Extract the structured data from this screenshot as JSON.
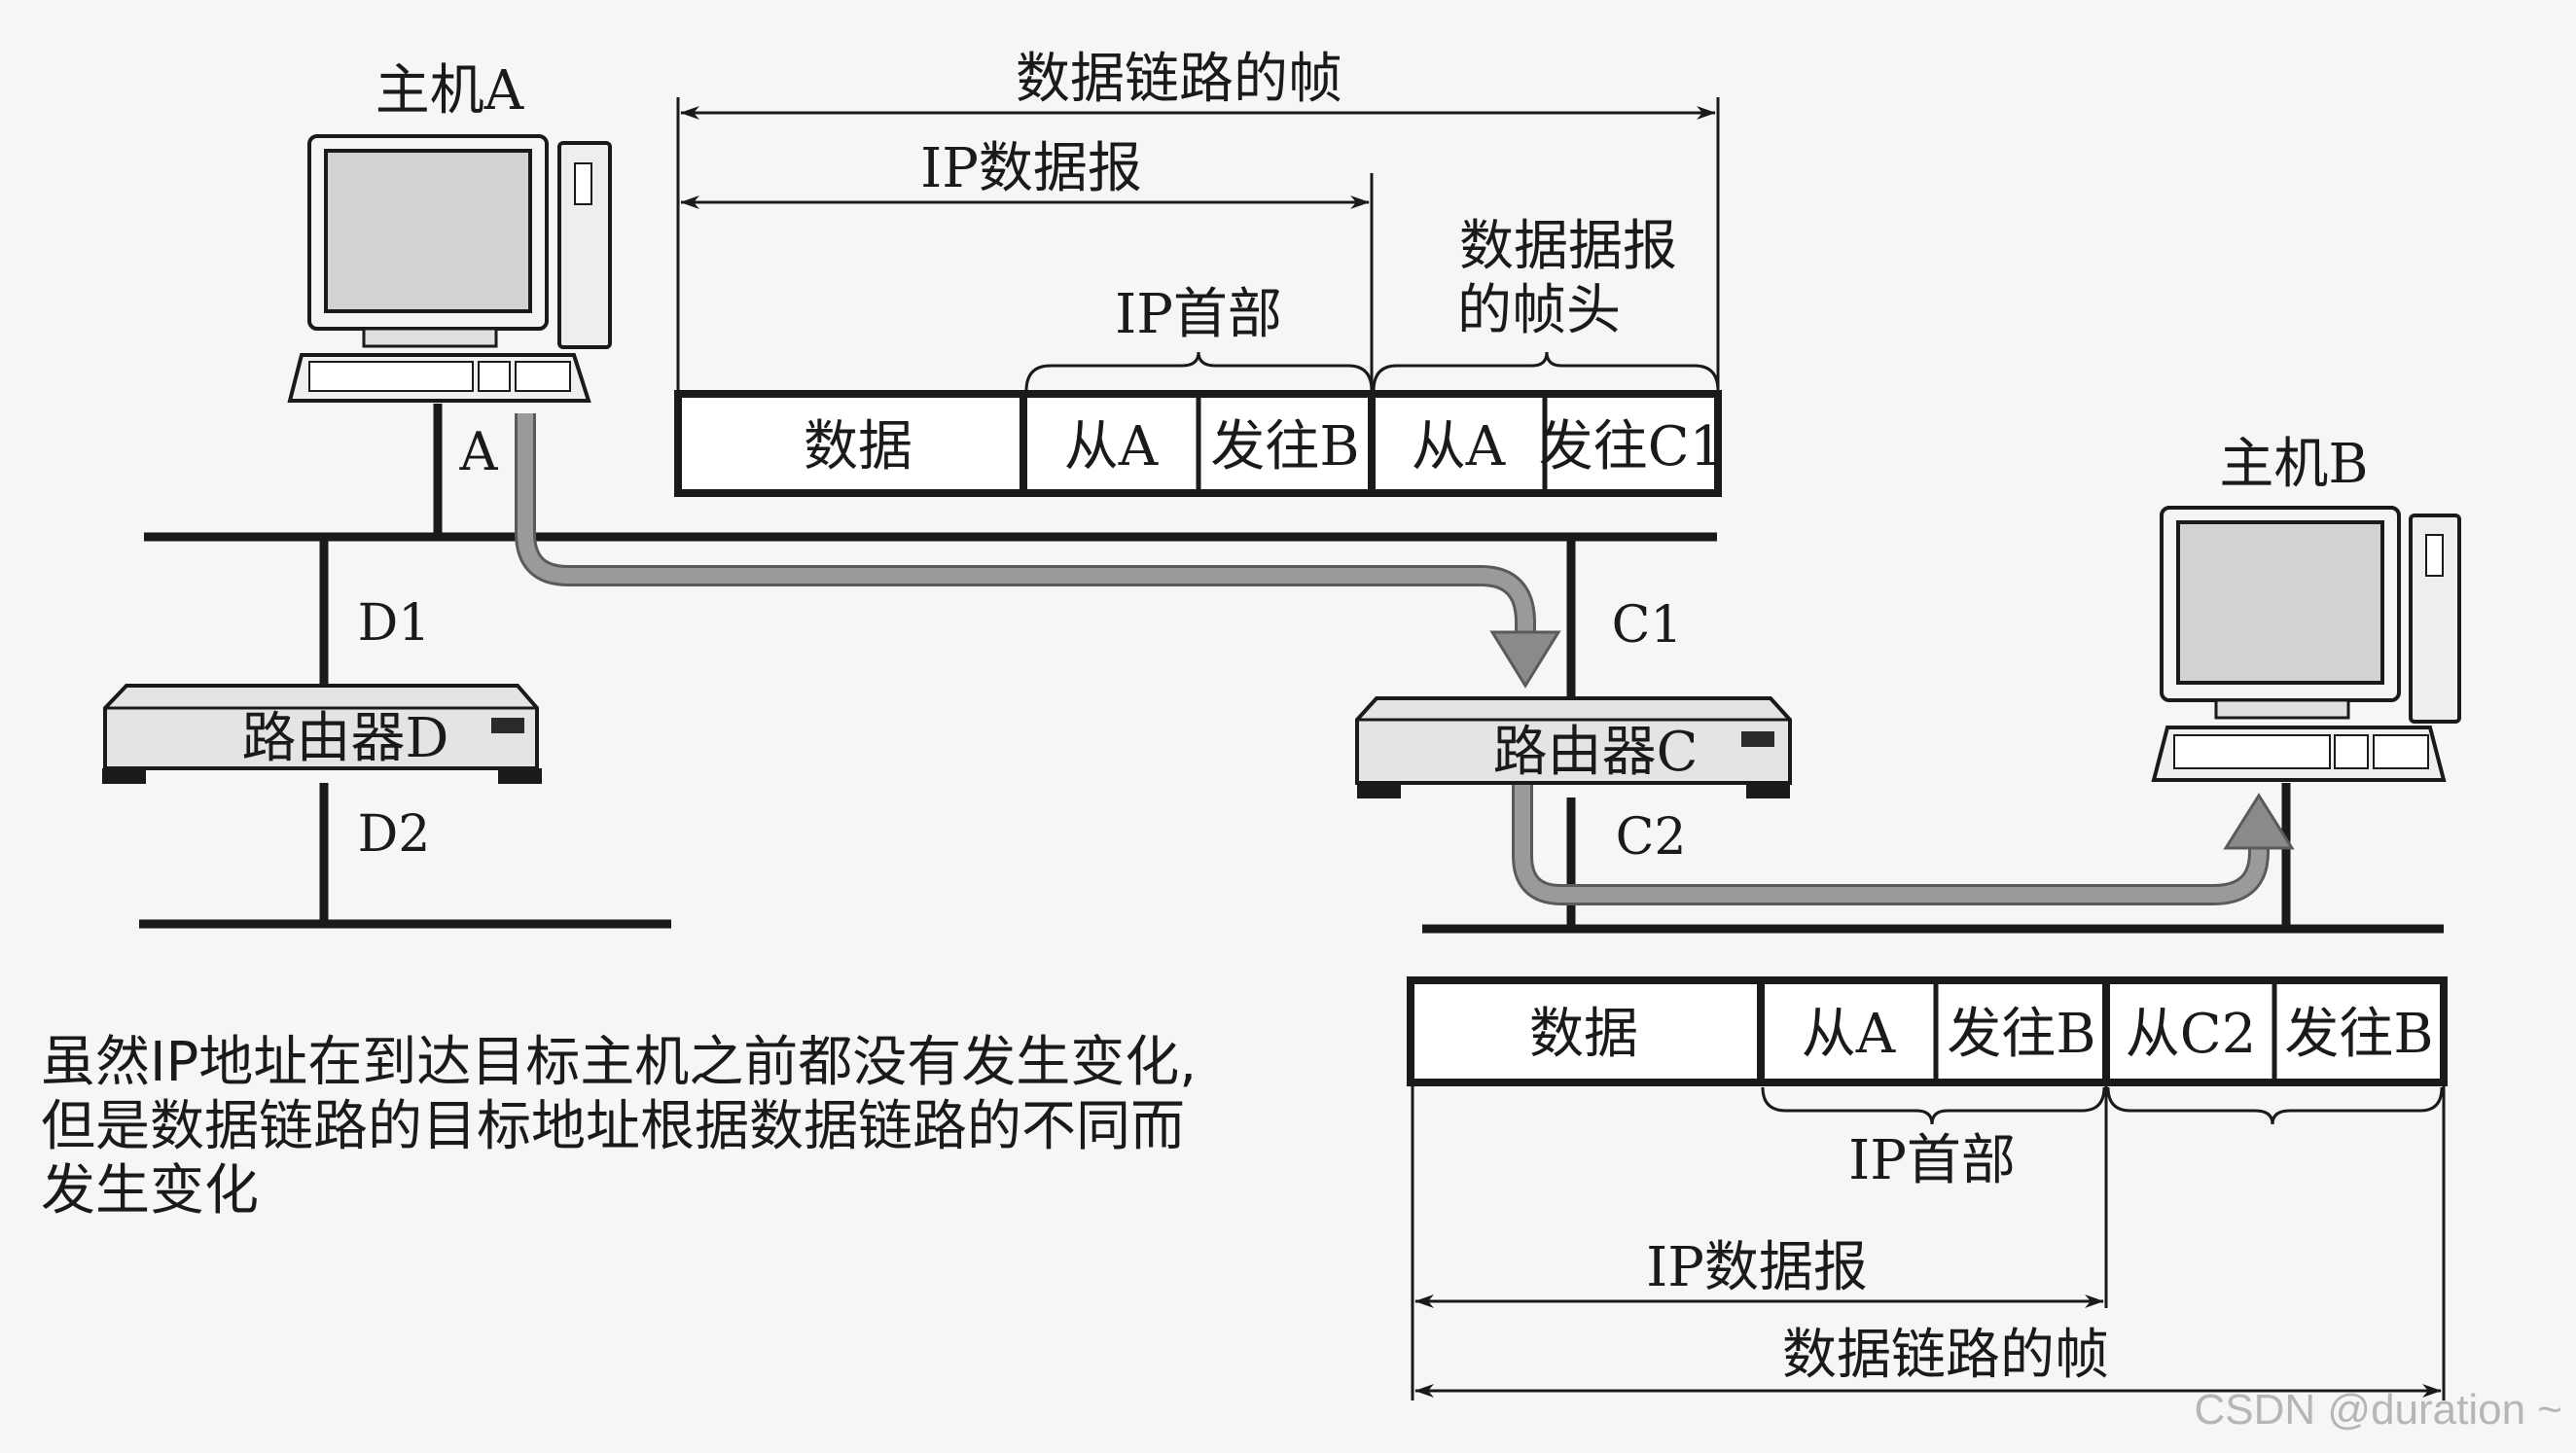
{
  "host_a": {
    "label": "主机A",
    "interface": "A"
  },
  "host_b": {
    "label": "主机B"
  },
  "router_d": {
    "label": "路由器D",
    "if_upper": "D1",
    "if_lower": "D2"
  },
  "router_c": {
    "label": "路由器C",
    "if_upper": "C1",
    "if_lower": "C2"
  },
  "frame_top": {
    "frame_label": "数据链路的帧",
    "datagram_label": "IP数据报",
    "ip_header_label": "IP首部",
    "dl_header_label_line1": "数据据报",
    "dl_header_label_line2": "的帧头",
    "fields": [
      "数据",
      "从A",
      "发往B",
      "从A",
      "发往C1"
    ]
  },
  "frame_bottom": {
    "fields": [
      "数据",
      "从A",
      "发往B",
      "从C2",
      "发往B"
    ],
    "ip_header_label": "IP首部",
    "datagram_label": "IP数据报",
    "frame_label": "数据链路的帧"
  },
  "caption": {
    "line1": "虽然IP地址在到达目标主机之前都没有发生变化,",
    "line2": "但是数据链路的目标地址根据数据链路的不同而",
    "line3": "发生变化"
  },
  "watermark": "CSDN @duration ~",
  "colors": {
    "ink": "#1a1a1a",
    "path_arrow": "#8a8a8a",
    "device_fill": "#e4e4e4"
  }
}
